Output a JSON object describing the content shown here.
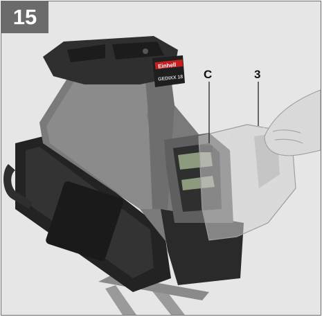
{
  "step_number": "15",
  "callouts": {
    "c": "C",
    "three": "3"
  },
  "brand": {
    "logo_text": "Einhell",
    "badge_text": "GEDIXX 18"
  },
  "colors": {
    "background": "#e9e9e9",
    "badge": "#6b6b6b",
    "body_gray": "#7a7a7a",
    "dark_plastic": "#2a2a2a",
    "battery_green": "#8c9a7e"
  }
}
